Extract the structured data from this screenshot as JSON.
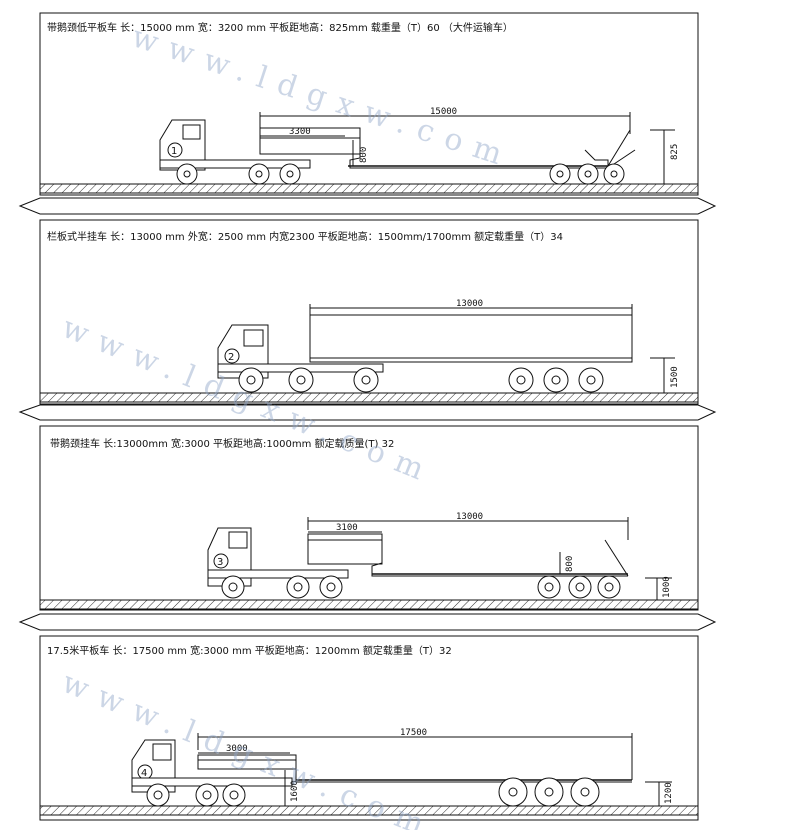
{
  "panels": [
    {
      "title": "带鹅颈低平板车  长：15000 mm 宽：3200 mm 平板距地高：825mm  载重量（T）60  （大件运输车）",
      "truck_number": "1",
      "dims": {
        "length": "15000",
        "gooseneck": "3300",
        "deck_height": "825",
        "side": "800"
      }
    },
    {
      "title": "栏板式半挂车  长：13000 mm 外宽：2500 mm  内宽2300 平板距地高：1500mm/1700mm  额定载重量（T）34",
      "truck_number": "2",
      "dims": {
        "length": "13000",
        "deck_height": "1500"
      }
    },
    {
      "title": "带鹅颈挂车  长:13000mm 宽:3000 平板距地高:1000mm  额定载质量(T) 32",
      "truck_number": "3",
      "dims": {
        "length": "13000",
        "gooseneck": "3100",
        "deck_height": "1000",
        "side": "800"
      }
    },
    {
      "title": "17.5米平板车  长：17500 mm 宽:3000 mm 平板距地高：1200mm  额定载重量（T）32",
      "truck_number": "4",
      "dims": {
        "length": "17500",
        "gooseneck": "3000",
        "deck_height": "1200",
        "side": "1600"
      }
    }
  ],
  "watermark": "www.ldgxw.com"
}
